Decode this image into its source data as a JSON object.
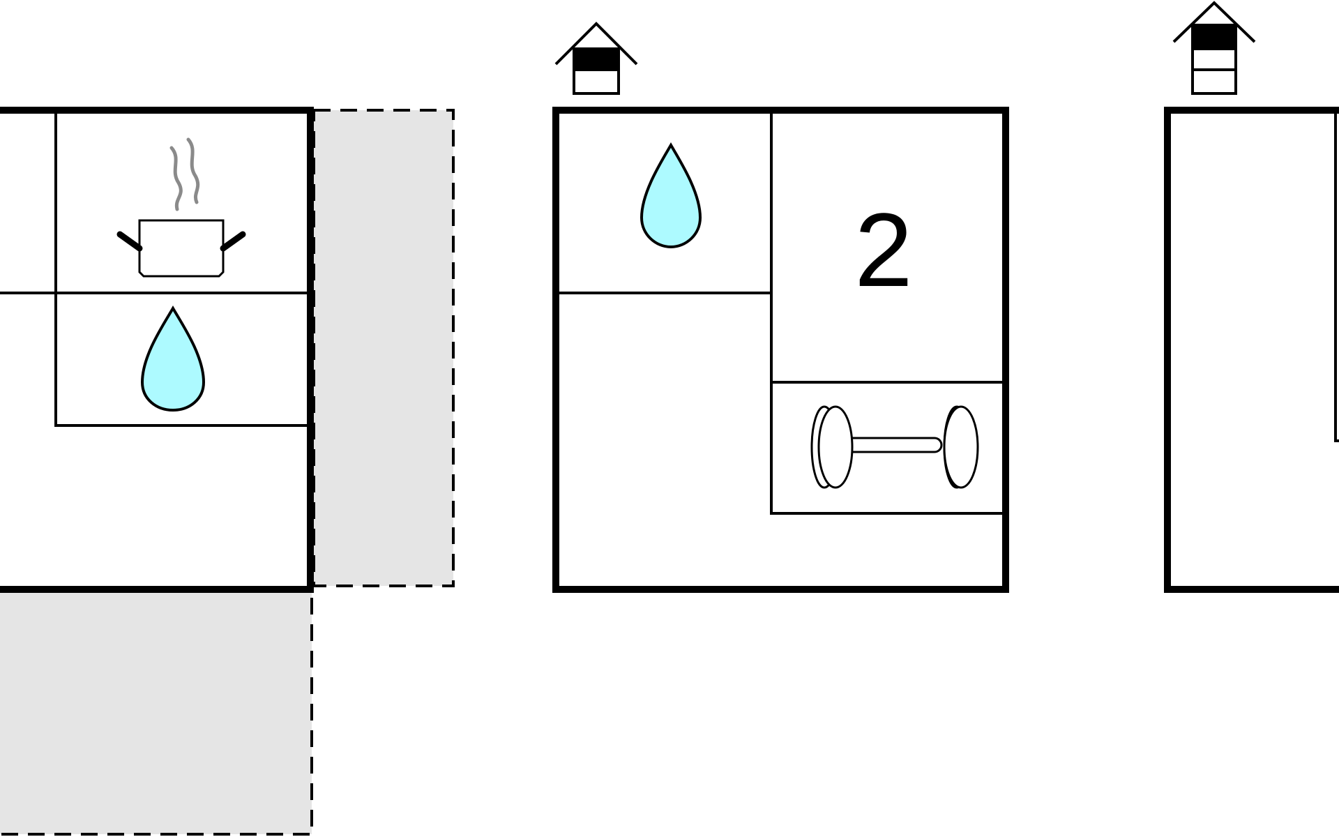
{
  "colors": {
    "background": "#ffffff",
    "wall": "#000000",
    "water": "#adfaff",
    "outdoor_area": "#e5e5e5",
    "steam": "#8a8a8a"
  },
  "floors": [
    {
      "name": "floor-left",
      "rooms": [
        {
          "type": "kitchen",
          "icon": "cooking-pot-icon"
        },
        {
          "type": "bathroom",
          "icon": "water-drop-icon"
        }
      ],
      "outdoor_areas": [
        "terrace-right",
        "terrace-bottom"
      ]
    },
    {
      "name": "floor-middle",
      "level_icon": "house-level-ground-floor-icon",
      "rooms": [
        {
          "type": "bathroom",
          "icon": "water-drop-icon"
        },
        {
          "type": "bedroom",
          "label": "2"
        },
        {
          "type": "fitness",
          "icon": "dumbbell-icon"
        }
      ]
    },
    {
      "name": "floor-right",
      "level_icon": "house-level-upper-floor-icon"
    }
  ],
  "labels": {
    "bedroom_count": "2"
  }
}
